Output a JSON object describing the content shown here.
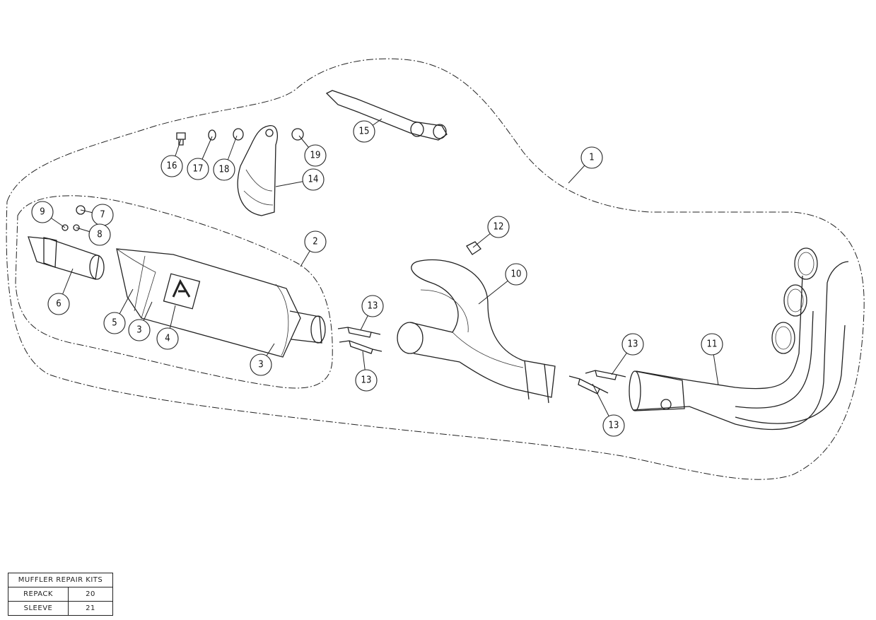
{
  "diagram": {
    "callouts": [
      "1",
      "2",
      "3",
      "3",
      "4",
      "5",
      "6",
      "7",
      "8",
      "9",
      "10",
      "11",
      "12",
      "13",
      "13",
      "13",
      "13",
      "14",
      "15",
      "16",
      "17",
      "18",
      "19"
    ]
  },
  "repair_kits": {
    "title": "MUFFLER REPAIR KITS",
    "rows": [
      {
        "name": "REPACK",
        "ref": "20"
      },
      {
        "name": "SLEEVE",
        "ref": "21"
      }
    ]
  }
}
